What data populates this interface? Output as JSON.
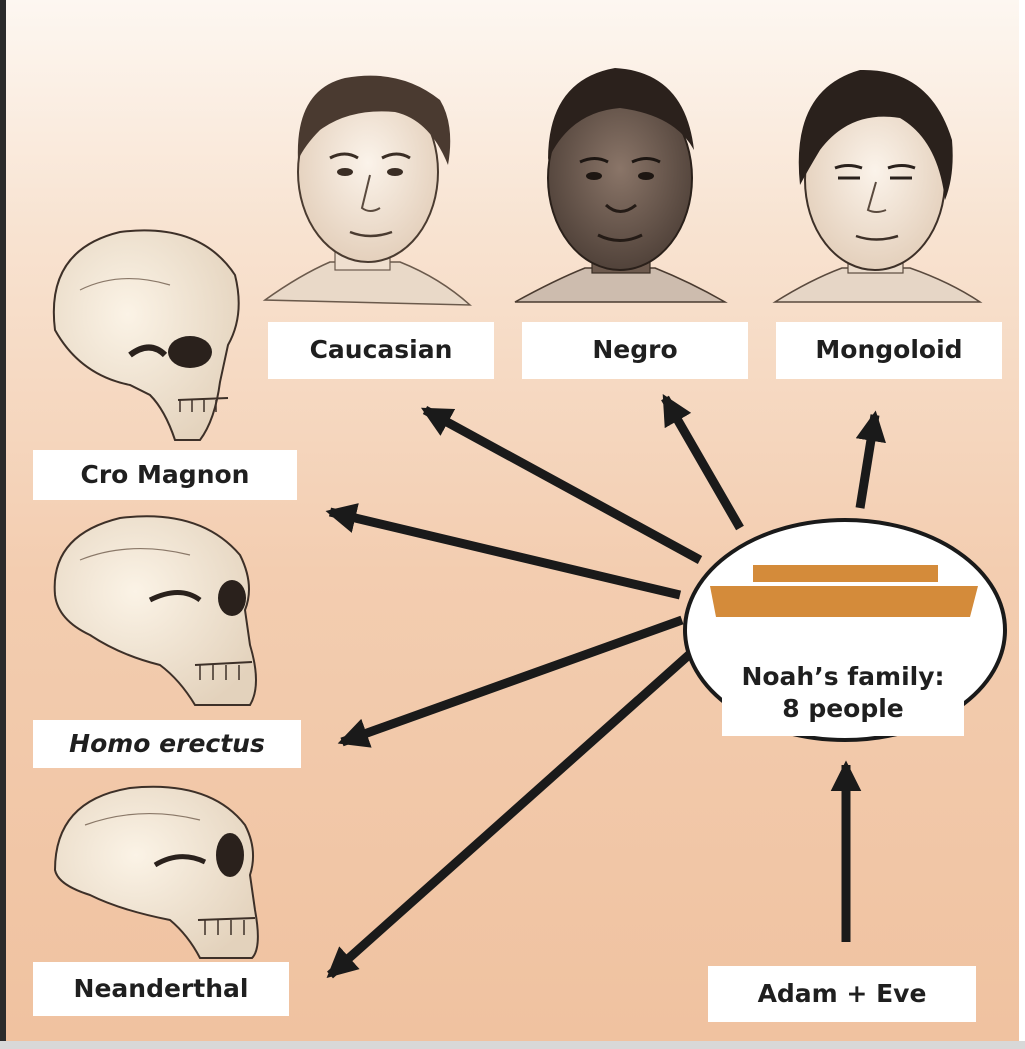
{
  "diagram": {
    "faces": [
      {
        "id": "caucasian",
        "label": "Caucasian"
      },
      {
        "id": "negro",
        "label": "Negro"
      },
      {
        "id": "mongoloid",
        "label": "Mongoloid"
      }
    ],
    "skulls": [
      {
        "id": "cro-magnon",
        "label": "Cro Magnon"
      },
      {
        "id": "homo-erectus",
        "label": "Homo erectus",
        "italic": true
      },
      {
        "id": "neanderthal",
        "label": "Neanderthal"
      }
    ],
    "hub": {
      "line1": "Noah’s family:",
      "line2": "8 people",
      "ark_color": "#d48b3a"
    },
    "origin": {
      "label": "Adam + Eve"
    },
    "colors": {
      "background_top": "#fdf7f1",
      "background_bottom": "#f0c2a0",
      "arrow": "#1a1a1a",
      "label_box": "#ffffff",
      "ark": "#d48b3a"
    },
    "arrows": [
      {
        "from": "hub",
        "to": "caucasian"
      },
      {
        "from": "hub",
        "to": "negro"
      },
      {
        "from": "hub",
        "to": "mongoloid"
      },
      {
        "from": "hub",
        "to": "cro-magnon"
      },
      {
        "from": "hub",
        "to": "homo-erectus"
      },
      {
        "from": "hub",
        "to": "neanderthal"
      },
      {
        "from": "adam-eve",
        "to": "hub"
      }
    ]
  }
}
